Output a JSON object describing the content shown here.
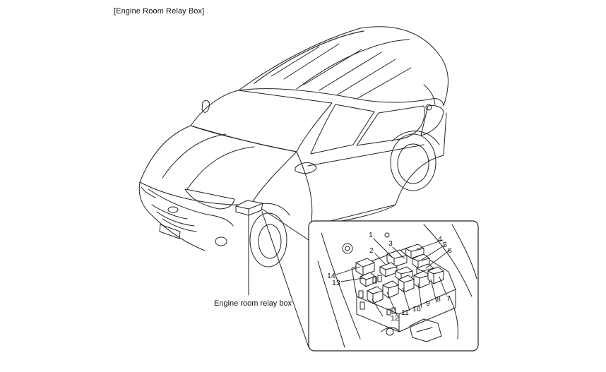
{
  "title": "[Engine Room Relay Box]",
  "callout_label": "Engine room relay box",
  "relay_numbers": [
    "1",
    "2",
    "3",
    "4",
    "5",
    "6",
    "7",
    "8",
    "9",
    "10",
    "11",
    "12",
    "13",
    "14"
  ]
}
